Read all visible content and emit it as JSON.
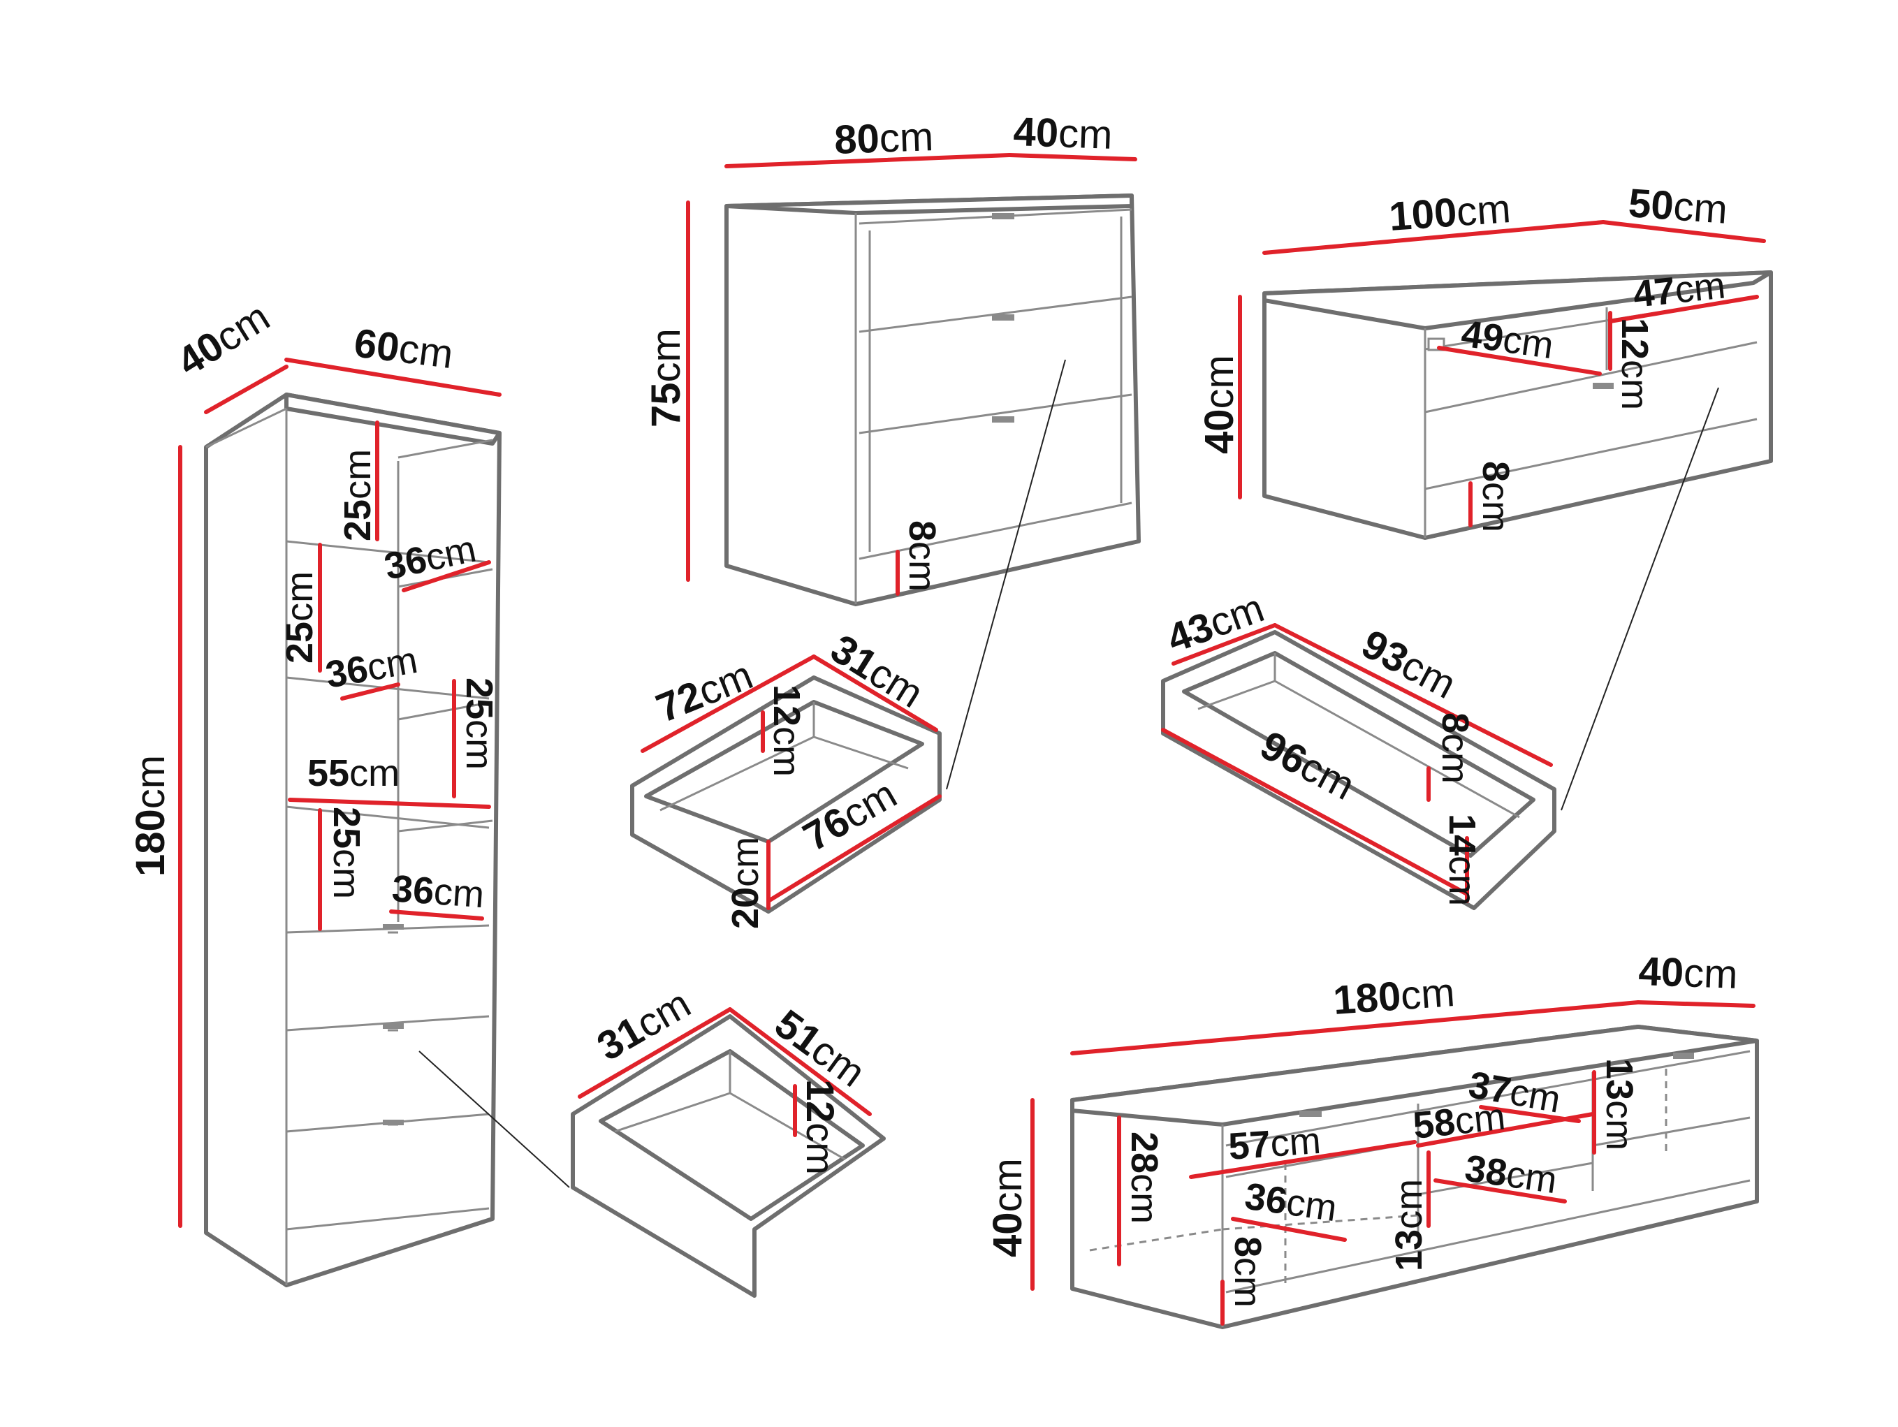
{
  "colors": {
    "dimension_line": "#e0222a",
    "outline": "#6e6e6e",
    "text": "#111111",
    "background": "#ffffff"
  },
  "unit": "cm",
  "tall_cabinet": {
    "depth": "40",
    "width": "60",
    "height": "180",
    "shelf_height_1": "25",
    "shelf_depth_1": "36",
    "shelf_height_2": "25",
    "shelf_depth_2": "36",
    "shelf_height_3": "25",
    "inner_width": "55",
    "shelf_height_4": "25",
    "shelf_depth_3": "36"
  },
  "tall_cabinet_drawer": {
    "width": "31",
    "depth": "51",
    "height": "12"
  },
  "chest": {
    "width": "80",
    "depth": "40",
    "height": "75",
    "plinth": "8"
  },
  "chest_drawer": {
    "width": "72",
    "depth": "31",
    "inner_height": "12",
    "front_width": "76",
    "front_height": "20"
  },
  "low_table": {
    "width": "100",
    "depth": "50",
    "height": "40",
    "shelf_width": "47",
    "opening_width": "49",
    "opening_height": "12",
    "plinth": "8"
  },
  "low_table_drawer": {
    "depth": "43",
    "width": "93",
    "front_width": "96",
    "inner_height": "8",
    "front_height": "14"
  },
  "tv_stand": {
    "width": "180",
    "depth": "40",
    "height": "40",
    "left_shelf_width": "57",
    "left_height": "28",
    "left_shelf_depth": "36",
    "plinth": "8",
    "top_shelf_depth": "37",
    "middle_width": "58",
    "right_height": "13",
    "lower_shelf_depth": "38",
    "middle_height": "13"
  }
}
